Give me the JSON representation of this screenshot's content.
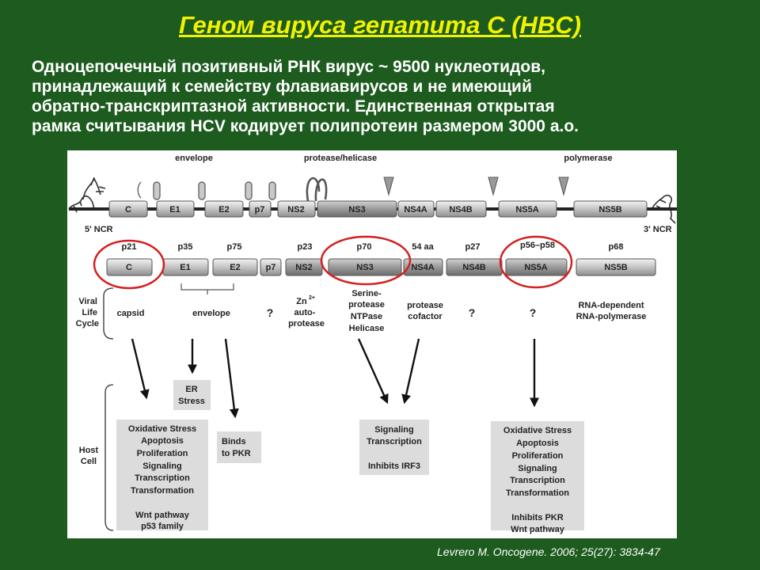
{
  "title": "Геном вируса гепатита С (HBC)",
  "intro_lines": [
    "Одноцепочечный позитивный РНК вирус ~ 9500 нуклеотидов,",
    "принадлежащий к семейству флавиавирусов и не имеющий",
    "обратно-транскриптазной активности. Единственная открытая",
    "рамка считывания HCV кодирует полипротеин размером 3000 а.о."
  ],
  "diagram": {
    "top_labels": {
      "envelope": "envelope",
      "protease_helicase": "protease/helicase",
      "polymerase": "polymerase"
    },
    "ncr_5": "5' NCR",
    "ncr_3": "3' NCR",
    "genome_segments": [
      "C",
      "E1",
      "E2",
      "p7",
      "NS2",
      "NS3",
      "NS4A",
      "NS4B",
      "NS5A",
      "NS5B"
    ],
    "protein_sizes": [
      "p21",
      "p35",
      "p75",
      "p23",
      "p70",
      "54 aa",
      "p27",
      "p56–p58",
      "p68"
    ],
    "proteins": [
      "C",
      "E1",
      "E2",
      "p7",
      "NS2",
      "NS3",
      "NS4A",
      "NS4B",
      "NS5A",
      "NS5B"
    ],
    "lifecycle_header": [
      "Viral",
      "Life",
      "Cycle"
    ],
    "functions": {
      "capsid": "capsid",
      "envelope": "envelope",
      "q1": "?",
      "ns2": [
        "Zn",
        "2+",
        "auto-",
        "protease"
      ],
      "ns3": [
        "Serine-",
        "protease",
        "NTPase",
        "Helicase"
      ],
      "ns4a": [
        "protease",
        "cofactor"
      ],
      "q2": "?",
      "q3": "?",
      "ns5b": [
        "RNA-dependent",
        "RNA-polymerase"
      ]
    },
    "host_cell_header": [
      "Host",
      "Cell"
    ],
    "boxes": {
      "er_stress": [
        "ER",
        "Stress"
      ],
      "pkr": [
        "Binds",
        "to PKR"
      ],
      "core_effects": [
        "Oxidative Stress",
        "Apoptosis",
        "Proliferation",
        "Signaling",
        "Transcription",
        "Transformation",
        "",
        "Wnt pathway",
        "p53 family"
      ],
      "ns3_effects": [
        "Signaling",
        "Transcription",
        "",
        "Inhibits IRF3"
      ],
      "ns5a_effects": [
        "Oxidative Stress",
        "Apoptosis",
        "Proliferation",
        "Signaling",
        "Transcription",
        "Transformation",
        "",
        "Inhibits PKR",
        "Wnt pathway"
      ]
    }
  },
  "citation": "Levrero M. Oncogene. 2006; 25(27): 3834-47",
  "colors": {
    "background": "#1d5b1f",
    "title": "#f2f200",
    "highlight_circle": "#d42020"
  }
}
